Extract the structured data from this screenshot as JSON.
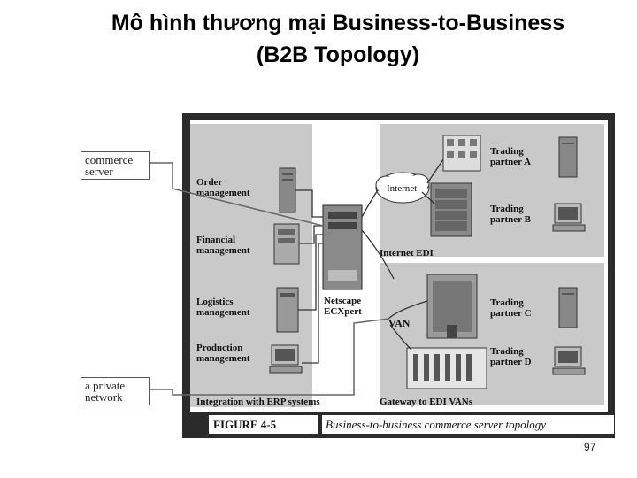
{
  "slide": {
    "title_line1": "Mô hình thương mại Business-to-Business",
    "title_line2": "(B2B Topology)",
    "page_number": "97"
  },
  "callouts": {
    "commerce_server": [
      "commerce",
      "server"
    ],
    "private_network": [
      "a private",
      "network"
    ]
  },
  "left_panel": {
    "order": [
      "Order",
      "management"
    ],
    "financial": [
      "Financial",
      "management"
    ],
    "logistics": [
      "Logistics",
      "management"
    ],
    "production": [
      "Production",
      "management"
    ],
    "footer": "Integration with ERP systems"
  },
  "center": {
    "server_label": [
      "Netscape",
      "ECXpert"
    ],
    "internet_cloud": "Internet",
    "van": "VAN"
  },
  "right_top_panel": {
    "partner_a": [
      "Trading",
      "partner A"
    ],
    "partner_b": [
      "Trading",
      "partner B"
    ],
    "footer": "Internet EDI"
  },
  "right_bottom_panel": {
    "partner_c": [
      "Trading",
      "partner C"
    ],
    "partner_d": [
      "Trading",
      "partner D"
    ],
    "footer": "Gateway to EDI VANs"
  },
  "caption": {
    "figure_label": "FIGURE 4-5",
    "figure_title": "Business-to-business commerce server topology"
  },
  "colors": {
    "frame": "#2b2b2b",
    "panel": "#c9c9c9",
    "line": "#555555"
  }
}
